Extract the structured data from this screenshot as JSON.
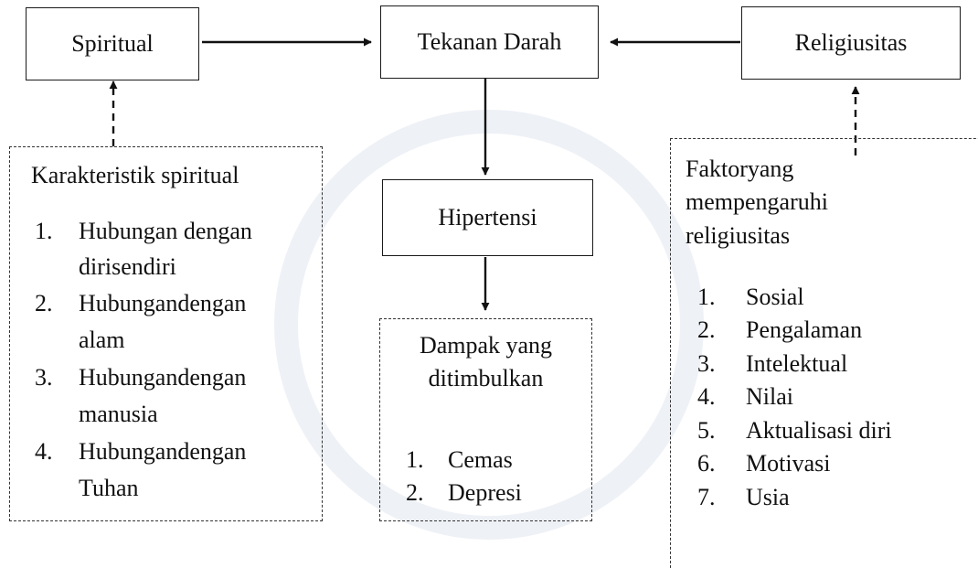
{
  "nodes": {
    "spiritual": "Spiritual",
    "tekanan_darah": "Tekanan Darah",
    "religiusitas": "Religiusitas",
    "hipertensi": "Hipertensi"
  },
  "spiritual_panel": {
    "title": "Karakteristik spiritual",
    "items": [
      {
        "num": "1.",
        "line1": "Hubungan dengan",
        "line2": "dirisendiri"
      },
      {
        "num": "2.",
        "line1": "Hubungandengan",
        "line2": "alam"
      },
      {
        "num": "3.",
        "line1": "Hubungandengan",
        "line2": "manusia"
      },
      {
        "num": "4.",
        "line1": "Hubungandengan",
        "line2": "Tuhan"
      }
    ]
  },
  "dampak_panel": {
    "title_line1": "Dampak yang",
    "title_line2": "ditimbulkan",
    "items": [
      {
        "num": "1.",
        "label": "Cemas"
      },
      {
        "num": "2.",
        "label": "Depresi"
      }
    ]
  },
  "faktor_panel": {
    "title_line1": "Faktoryang",
    "title_line2": "mempengaruhi",
    "title_line3": "religiusitas",
    "items": [
      {
        "num": "1.",
        "label": "Sosial"
      },
      {
        "num": "2.",
        "label": "Pengalaman"
      },
      {
        "num": "3.",
        "label": "Intelektual"
      },
      {
        "num": "4.",
        "label": "Nilai"
      },
      {
        "num": "5.",
        "label": "Aktualisasi diri"
      },
      {
        "num": "6.",
        "label": "Motivasi"
      },
      {
        "num": "7.",
        "label": "Usia"
      }
    ]
  }
}
